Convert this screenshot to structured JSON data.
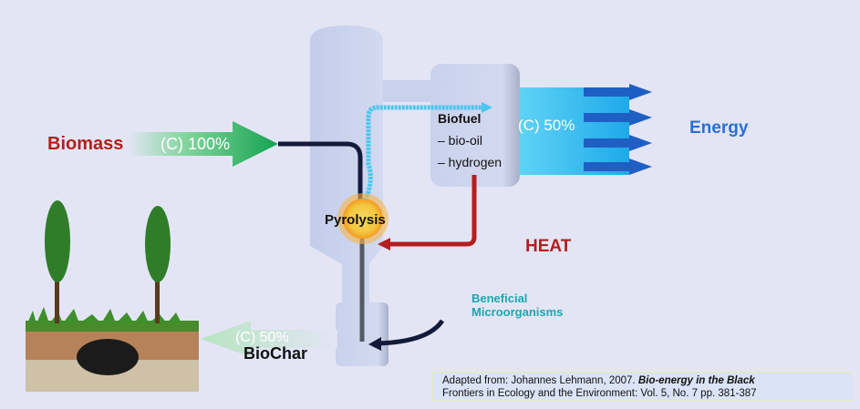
{
  "labels": {
    "biomass": "Biomass",
    "biomass_carbon": "(C) 100%",
    "pyrolysis": "Pyrolysis",
    "biofuel": "Biofuel",
    "bio_oil": "– bio-oil",
    "hydrogen": "– hydrogen",
    "biofuel_carbon": "(C) 50%",
    "energy": "Energy",
    "heat": "HEAT",
    "beneficial_1": "Beneficial",
    "beneficial_2": "Microorganisms",
    "biochar_carbon": "(C) 50%",
    "biochar": "BioChar"
  },
  "citation": {
    "prefix": "Adapted from: Johannes Lehmann, 2007. ",
    "title": "Bio-energy in the Black",
    "line2": "Frontiers in Ecology and the Environment: Vol. 5, No. 7 pp. 381-387"
  },
  "colors": {
    "red": "#b41e1e",
    "blue": "#2a6fd6",
    "teal": "#1aa8b0",
    "green": "#1fa25a"
  }
}
